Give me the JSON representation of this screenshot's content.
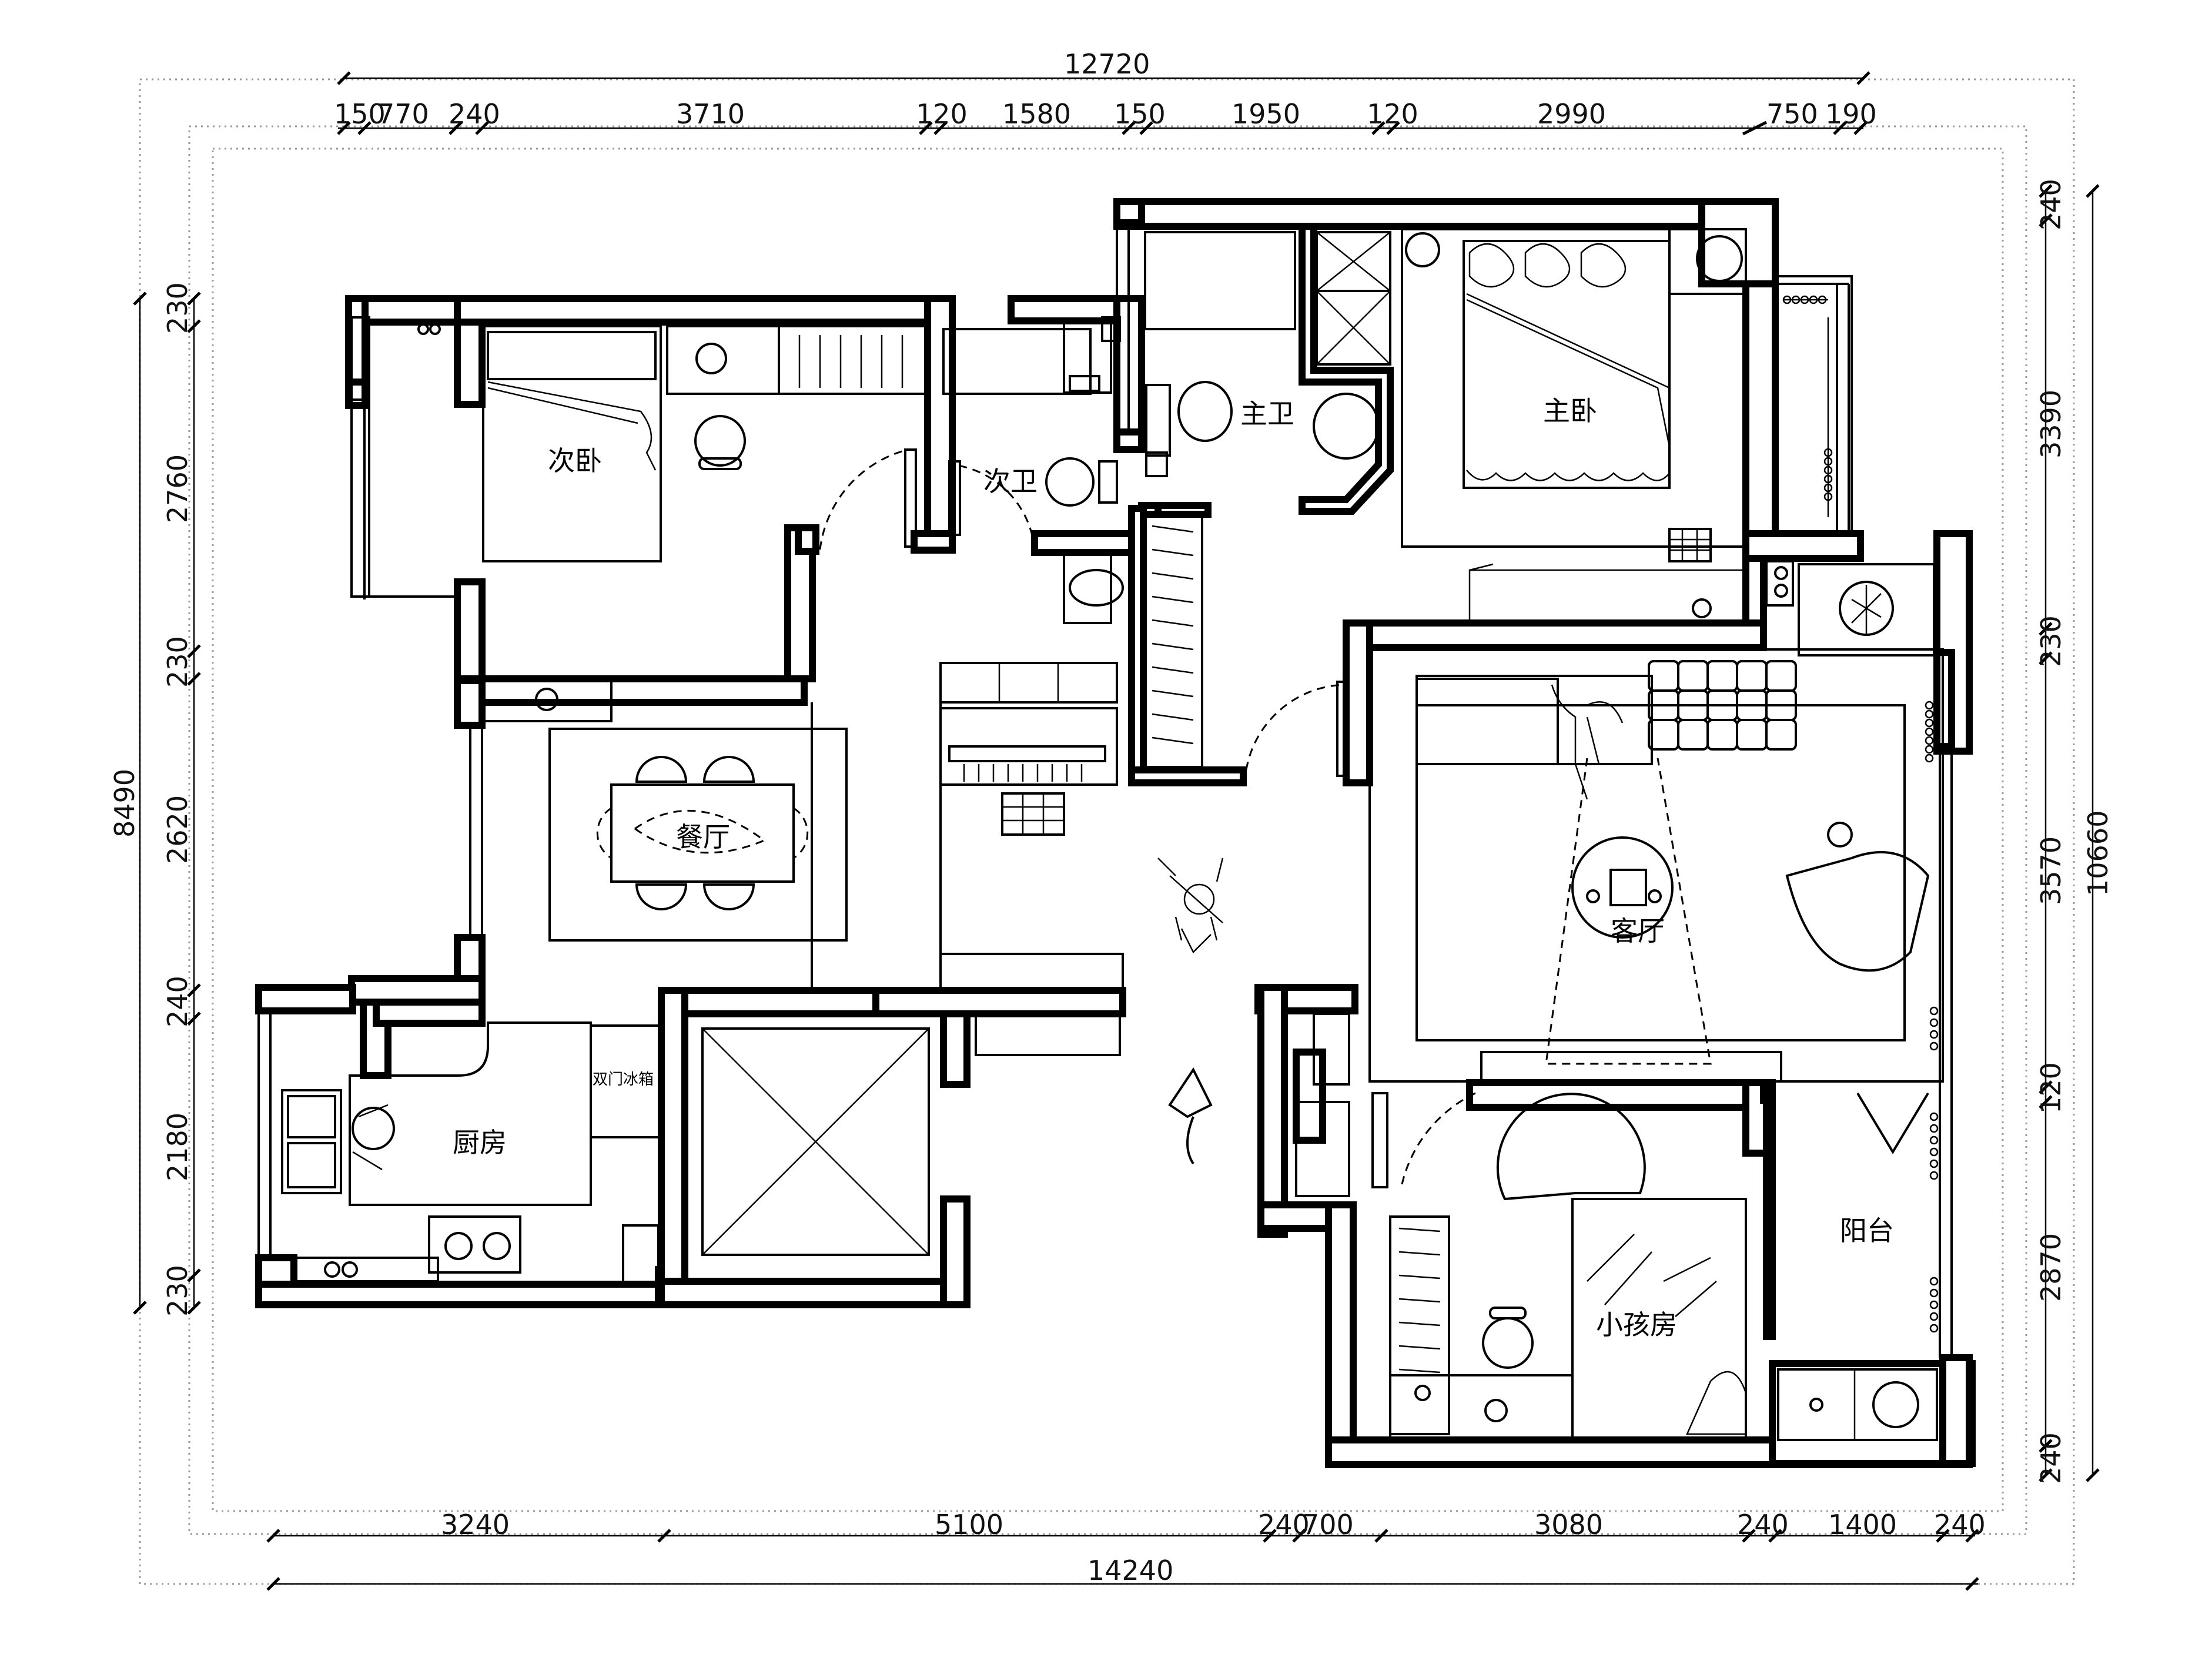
{
  "rooms": {
    "second_bedroom": "次卧",
    "second_bath": "次卫",
    "master_bath": "主卫",
    "master_bedroom": "主卧",
    "dining": "餐厅",
    "living": "客厅",
    "kitchen": "厨房",
    "fridge": "双门冰箱",
    "balcony": "阳台",
    "kids_room": "小孩房"
  },
  "dims": {
    "top_total": "12720",
    "top": [
      "150",
      "770",
      "240",
      "3710",
      "120",
      "1580",
      "150",
      "1950",
      "120",
      "2990",
      "750",
      "190"
    ],
    "bottom": [
      "3240",
      "5100",
      "240",
      "700",
      "3080",
      "240",
      "1400",
      "240"
    ],
    "bottom_total": "14240",
    "left": [
      "230",
      "2760",
      "230",
      "2620",
      "240",
      "2180",
      "230"
    ],
    "left_total": "8490",
    "right": [
      "240",
      "3390",
      "230",
      "3570",
      "120",
      "2870",
      "240"
    ],
    "right_total": "10660"
  }
}
